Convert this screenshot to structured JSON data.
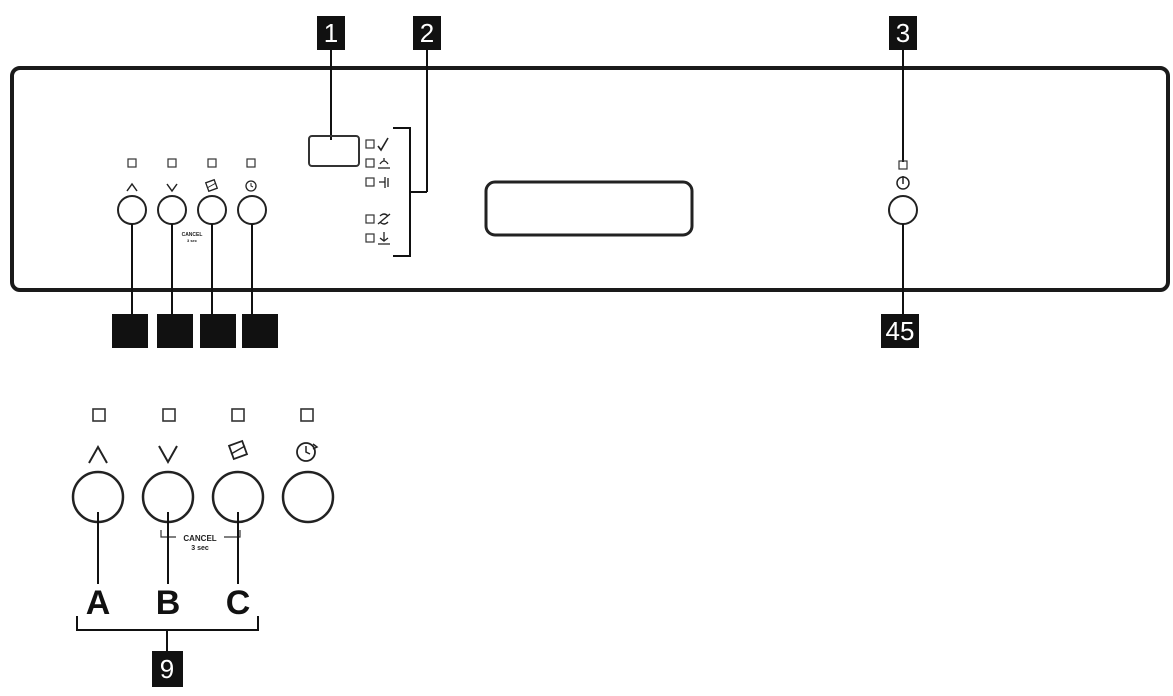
{
  "callouts": {
    "c1": "1",
    "c2": "2",
    "c3": "3",
    "c45": "45",
    "c9": "9"
  },
  "letters": {
    "a": "A",
    "b": "B",
    "c": "C"
  },
  "panel_text": {
    "cancel": "CANCEL",
    "cancel_sec": "3 sec"
  },
  "icons": [
    "up-arrow-icon",
    "down-arrow-icon",
    "tablet-icon",
    "delay-timer-icon",
    "power-icon",
    "check-icon",
    "rinse-aid-icon",
    "water-tap-icon",
    "salt-icon",
    "eco-icon"
  ],
  "colors": {
    "ink": "#111111",
    "panel_line": "#2a2a2a",
    "label_bg": "#111111",
    "label_text": "#ffffff"
  }
}
